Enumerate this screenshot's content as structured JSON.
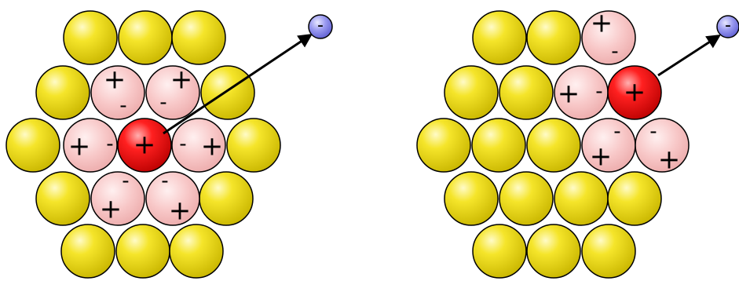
{
  "colors": {
    "neutral_atom": "#e6d400",
    "polarized_atom": "#f6c3c3",
    "central_ion": "#ee0000",
    "electron": "#8f8fe8",
    "outline": "#000000",
    "arrow": "#000000"
  },
  "symbols": {
    "plus": "+",
    "minus": "-"
  },
  "panels": [
    {
      "id": "left",
      "electron_sign": "-",
      "central_ion_sign": "+",
      "pairs": [
        {
          "name": "upper-left",
          "first": "+",
          "second": "-"
        },
        {
          "name": "upper-right",
          "first": "+",
          "second": "-"
        },
        {
          "name": "left",
          "first": "+",
          "second": "-"
        },
        {
          "name": "right",
          "first": "-",
          "second": "+"
        },
        {
          "name": "lower-left",
          "first": "-",
          "second": "+"
        },
        {
          "name": "lower-right",
          "first": "-",
          "second": "+"
        }
      ]
    },
    {
      "id": "right",
      "electron_sign": "-",
      "central_ion_sign": "+",
      "pairs": [
        {
          "name": "top",
          "first": "+",
          "second": "-"
        },
        {
          "name": "left",
          "first": "+",
          "second": "-"
        },
        {
          "name": "lower-left",
          "first": "-",
          "second": "+"
        },
        {
          "name": "lower-right",
          "first": "-",
          "second": "+"
        }
      ]
    }
  ]
}
